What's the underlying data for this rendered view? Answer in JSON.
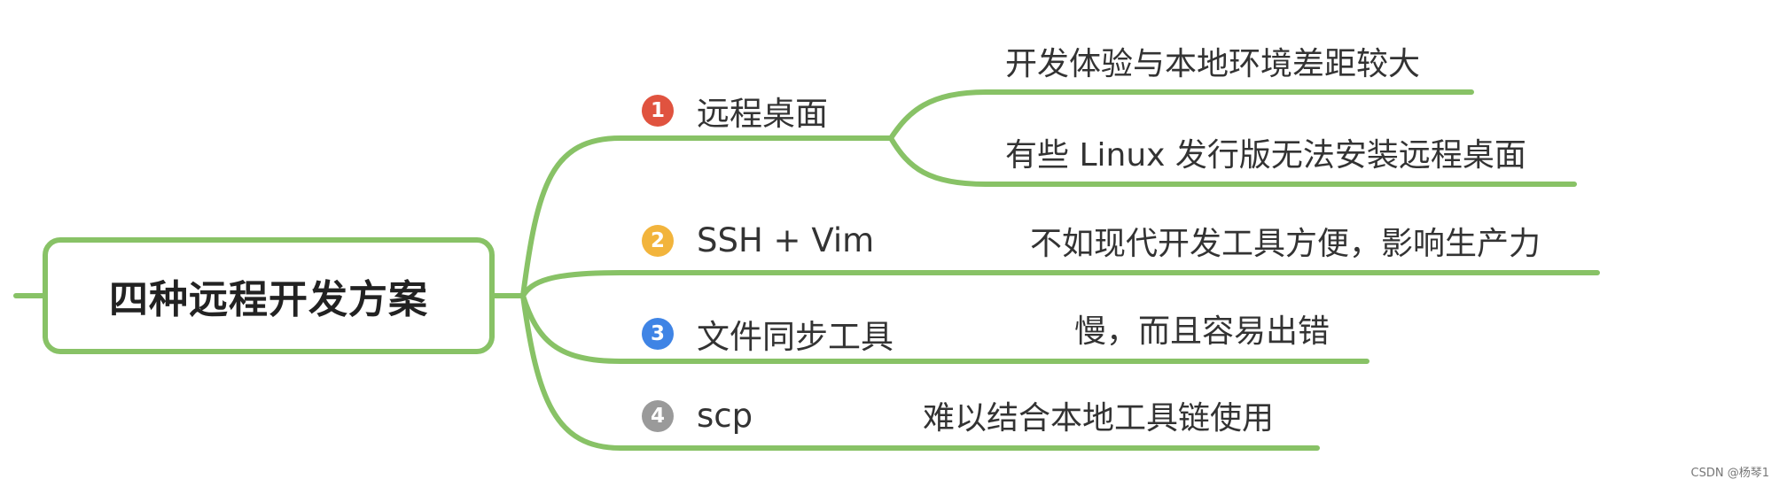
{
  "colors": {
    "line": "#88c266",
    "badge_1": "#e0533f",
    "badge_2": "#f2b43c",
    "badge_3": "#3f84e5",
    "badge_4": "#9a9a9a"
  },
  "root": {
    "title": "四种远程开发方案"
  },
  "branches": [
    {
      "number": "1",
      "label": "远程桌面",
      "notes": [
        "开发体验与本地环境差距较大",
        "有些 Linux 发行版无法安装远程桌面"
      ]
    },
    {
      "number": "2",
      "label": "SSH + Vim",
      "notes": [
        "不如现代开发工具方便，影响生产力"
      ]
    },
    {
      "number": "3",
      "label": "文件同步工具",
      "notes": [
        "慢，而且容易出错"
      ]
    },
    {
      "number": "4",
      "label": "scp",
      "notes": [
        "难以结合本地工具链使用"
      ]
    }
  ],
  "watermark": "CSDN @杨琴1"
}
